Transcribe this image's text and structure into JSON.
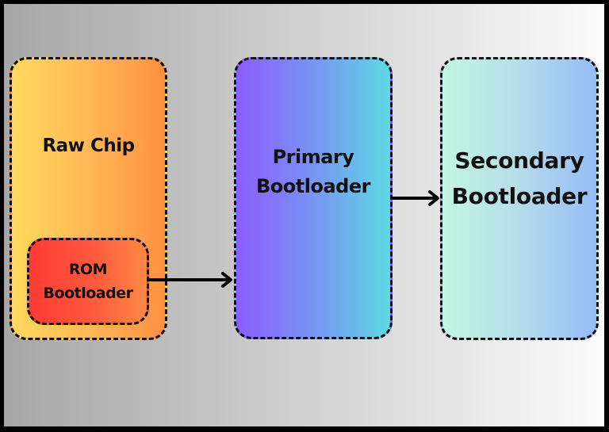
{
  "diagram": {
    "title": "Boot sequence",
    "nodes": [
      {
        "id": "raw-chip",
        "label": "Raw Chip"
      },
      {
        "id": "rom-bootloader",
        "label_line1": "ROM",
        "label_line2": "Bootloader",
        "parent": "raw-chip"
      },
      {
        "id": "primary-bootloader",
        "label_line1": "Primary",
        "label_line2": "Bootloader"
      },
      {
        "id": "secondary-bootloader",
        "label_line1": "Secondary",
        "label_line2": "Bootloader"
      }
    ],
    "edges": [
      {
        "from": "rom-bootloader",
        "to": "primary-bootloader"
      },
      {
        "from": "primary-bootloader",
        "to": "secondary-bootloader"
      }
    ],
    "colors": {
      "raw_chip": [
        "#ffd95e",
        "#ff9041"
      ],
      "rom": [
        "#ff3a33",
        "#ff8844"
      ],
      "primary": [
        "#8c5cff",
        "#5ed8e4"
      ],
      "secondary": [
        "#c4f6e2",
        "#96bcf7"
      ],
      "border": "#0d0d14",
      "background": [
        "#a6a6a6",
        "#fbfbfb"
      ]
    }
  }
}
